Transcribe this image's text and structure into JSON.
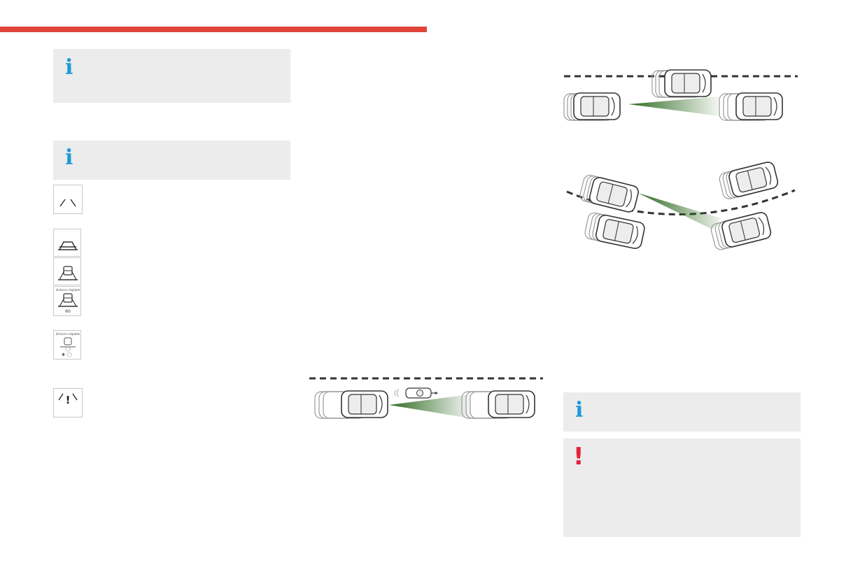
{
  "colors": {
    "accent_red": "#e0453a",
    "info_blue": "#1e9ad6",
    "warning_red": "#e2213b",
    "box_gray": "#ececec",
    "beam_green": "#3a7a2a"
  },
  "header": {
    "bar_icon": "red-header-bar"
  },
  "left_column": {
    "info_box_1": {
      "icon": "info-icon",
      "glyph": "i"
    },
    "info_box_2": {
      "icon": "info-icon",
      "glyph": "i"
    },
    "indicator_icons": [
      {
        "icon": "lane-lines-icon"
      },
      {
        "icon": "road-icon"
      },
      {
        "icon": "vehicle-ahead-icon"
      },
      {
        "icon": "vehicle-ahead-speed-icon",
        "caption": "distance réglable",
        "speed": "60"
      },
      {
        "icon": "vehicle-ahead-paused-icon",
        "caption": "distance réglable"
      },
      {
        "icon": "lane-alert-icon",
        "glyph": "!"
      }
    ]
  },
  "right_column": {
    "info_box_3": {
      "icon": "info-icon",
      "glyph": "i"
    },
    "warning_box": {
      "icon": "warning-icon",
      "glyph": "!"
    }
  },
  "figures": [
    {
      "name": "straight-lane-detection-figure"
    },
    {
      "name": "curved-lane-detection-figure"
    },
    {
      "name": "motorcycle-detection-figure"
    }
  ]
}
